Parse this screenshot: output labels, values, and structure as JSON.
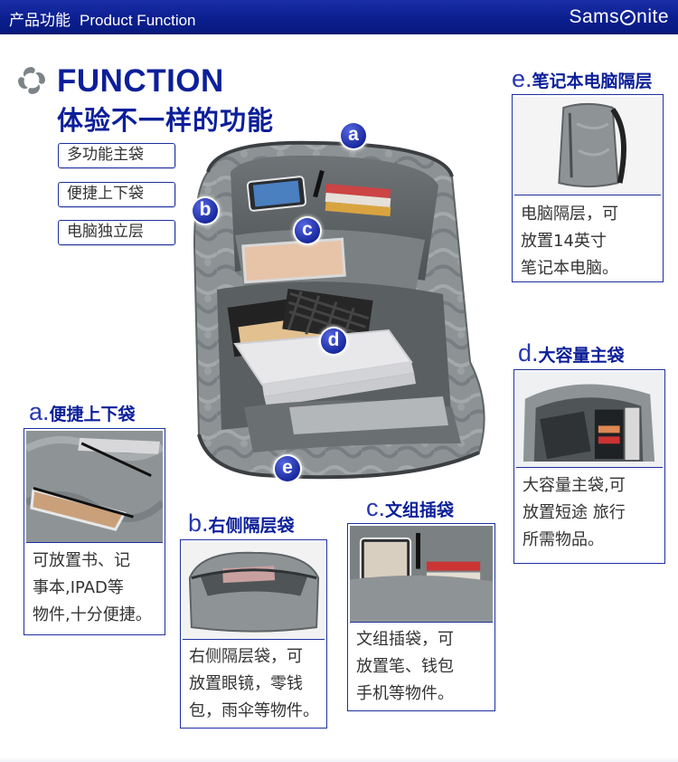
{
  "header": {
    "title_cn": "产品功能",
    "title_en": "Product Function",
    "brand_part1": "Sams",
    "brand_part2": "nite"
  },
  "headline": {
    "en": "FUNCTION",
    "cn": "体验不一样的功能"
  },
  "tags": [
    "多功能主袋",
    "便捷上下袋",
    "电脑独立层"
  ],
  "markers": [
    "a",
    "b",
    "c",
    "d",
    "e"
  ],
  "sections": {
    "a": {
      "letter": "a.",
      "title": "便捷上下袋",
      "desc": [
        "可放置书、记",
        "事本,IPAD等",
        "物件,十分便捷。"
      ]
    },
    "b": {
      "letter": "b.",
      "title": "右侧隔层袋",
      "desc": [
        "右侧隔层袋，可",
        "放置眼镜，零钱",
        "包，雨伞等物件。"
      ]
    },
    "c": {
      "letter": "c.",
      "title": "文组插袋",
      "desc": [
        "文组插袋，可",
        "放置笔、钱包",
        "手机等物件。"
      ]
    },
    "d": {
      "letter": "d.",
      "title": "大容量主袋",
      "desc": [
        "大容量主袋,可",
        "放置短途 旅行",
        "所需物品。"
      ]
    },
    "e": {
      "letter": "e.",
      "title": "笔记本电脑隔层",
      "desc": [
        "电脑隔层，可",
        "放置14英寸",
        "笔记本电脑。"
      ]
    }
  },
  "colors": {
    "brand_blue": "#0c1f99",
    "header_blue": "#0b1e8e",
    "bag_grey": "#8e9496",
    "text": "#333333"
  }
}
